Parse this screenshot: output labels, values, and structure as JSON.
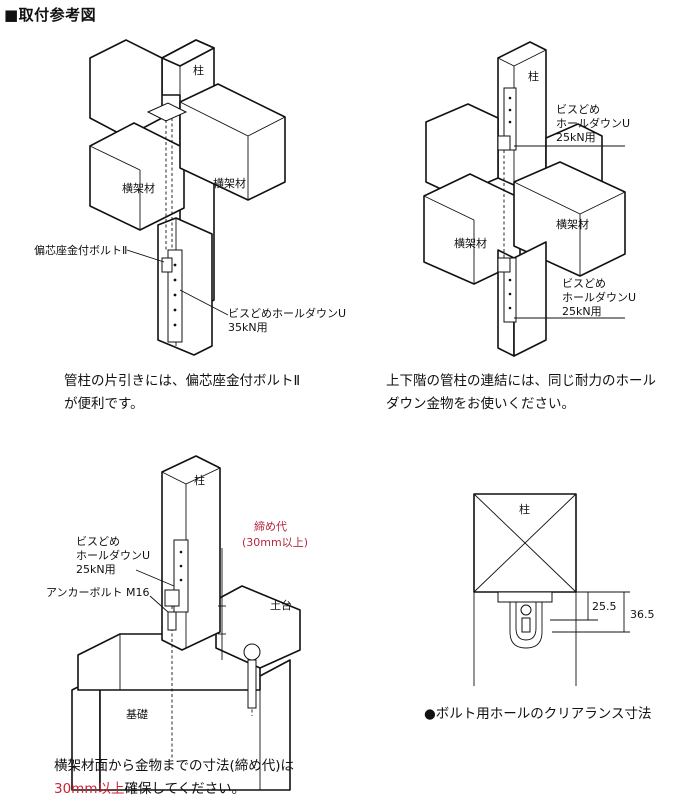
{
  "page": {
    "title": "■取付参考図"
  },
  "fig1": {
    "label_post": "柱",
    "label_beam_left": "横架材",
    "label_beam_right": "横架材",
    "label_bolt": "偏芯座金付ボルトⅡ",
    "label_holdown_1": "ビスどめホールダウンU",
    "label_holdown_2": "35kN用",
    "caption_1": "管柱の片引きには、偏芯座金付ボルトⅡ",
    "caption_2": "が便利です。"
  },
  "fig2": {
    "label_post": "柱",
    "label_hd_top_1": "ビスどめ",
    "label_hd_top_2": "ホールダウンU",
    "label_hd_top_3": "25kN用",
    "label_beam_left": "横架材",
    "label_beam_right": "横架材",
    "label_hd_bot_1": "ビスどめ",
    "label_hd_bot_2": "ホールダウンU",
    "label_hd_bot_3": "25kN用",
    "caption_1": "上下階の管柱の連結には、同じ耐力のホール",
    "caption_2": "ダウン金物をお使いください。"
  },
  "fig3": {
    "label_post": "柱",
    "label_hd_1": "ビスどめ",
    "label_hd_2": "ホールダウンU",
    "label_hd_3": "25kN用",
    "label_margin_1": "締め代",
    "label_margin_2": "(30mm以上)",
    "label_anchor": "アンカーボルト M16",
    "label_sill": "土台",
    "label_foundation": "基礎",
    "caption_1": "横架材面から金物までの寸法(締め代)は",
    "caption_2_red": "30mm以上",
    "caption_2_rest": "確保してください。"
  },
  "fig4": {
    "label_post": "柱",
    "dim_1": "25.5",
    "dim_2": "36.5",
    "caption": "●ボルト用ホールのクリアランス寸法"
  },
  "colors": {
    "accent_red": "#cc2233",
    "line": "#111111"
  }
}
